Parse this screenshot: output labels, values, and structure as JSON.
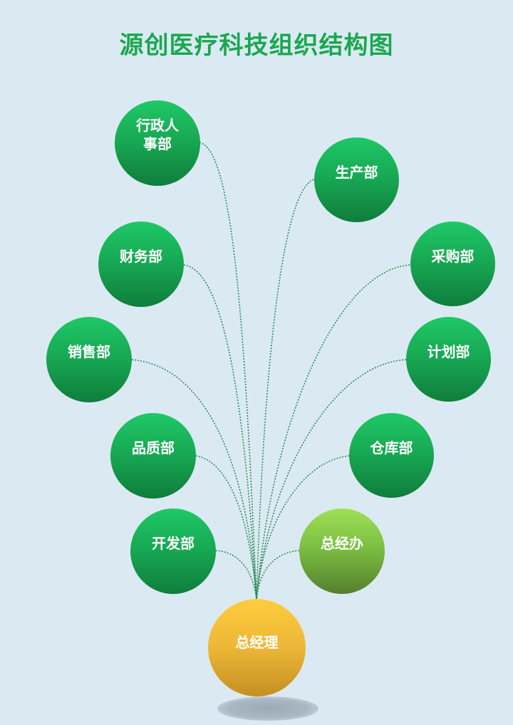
{
  "title": "源创医疗科技组织结构图",
  "colors": {
    "background": "#dbeaf2",
    "title": "#1aa84f",
    "department": "#17a652",
    "office": "#7cbf44",
    "general_manager": "#ecb737",
    "link": "#2e8b57"
  },
  "root": {
    "label": "总经理"
  },
  "nodes": [
    {
      "id": "admin-hr",
      "label": "行政人\n事部"
    },
    {
      "id": "production",
      "label": "生产部"
    },
    {
      "id": "finance",
      "label": "财务部"
    },
    {
      "id": "procurement",
      "label": "采购部"
    },
    {
      "id": "sales",
      "label": "销售部"
    },
    {
      "id": "planning",
      "label": "计划部"
    },
    {
      "id": "quality",
      "label": "品质部"
    },
    {
      "id": "warehouse",
      "label": "仓库部"
    },
    {
      "id": "development",
      "label": "开发部"
    },
    {
      "id": "gm-office",
      "label": "总经办"
    }
  ]
}
